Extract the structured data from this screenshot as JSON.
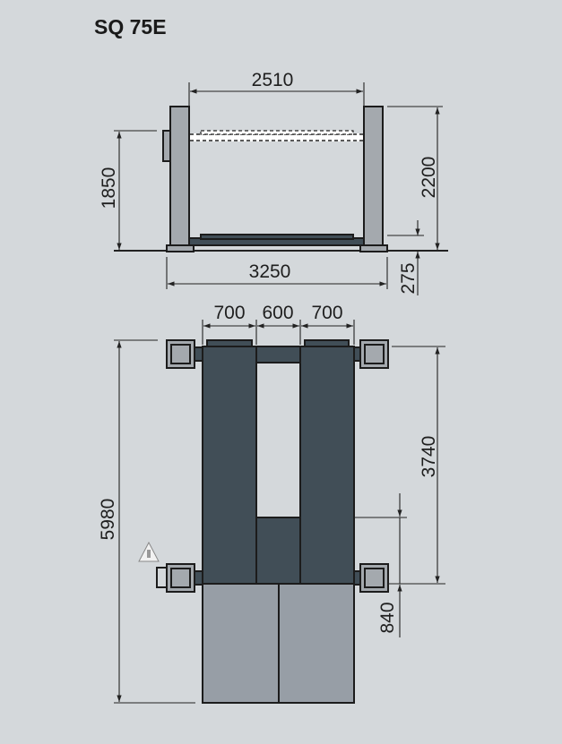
{
  "title": "SQ 75E",
  "front_view": {
    "dims": {
      "inner_width": "2510",
      "lift_height": "1850",
      "total_height": "2200",
      "min_height": "275",
      "outer_width": "3250"
    }
  },
  "plan_view": {
    "dims": {
      "ramp_left": "700",
      "gap": "600",
      "ramp_right": "700",
      "total_length": "5980",
      "column_spacing": "3740",
      "rear_offset": "840"
    }
  },
  "colors": {
    "background": "#d4d8db",
    "ramp": "#414e57",
    "column": "#a4a9ae",
    "plate": "#979ea6"
  }
}
